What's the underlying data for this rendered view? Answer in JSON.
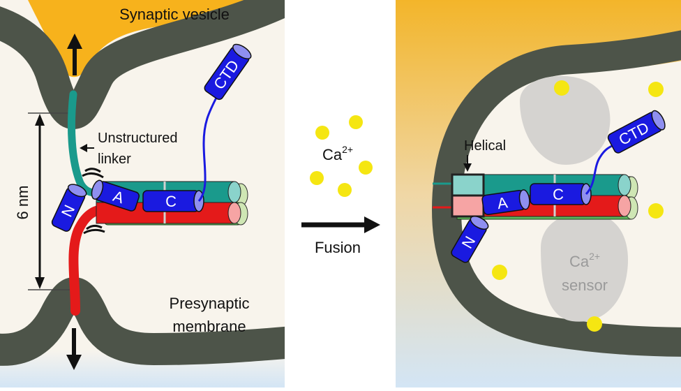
{
  "left_panel": {
    "vesicle_label": "Synaptic vesicle",
    "linker_label_line1": "Unstructured",
    "linker_label_line2": "linker",
    "distance_label": "6 nm",
    "membrane_label_line1": "Presynaptic",
    "membrane_label_line2": "membrane",
    "domain_labels": {
      "n": "N",
      "a": "A",
      "c": "C",
      "ctd": "CTD"
    }
  },
  "middle": {
    "ion_label": "Ca",
    "ion_charge": "2+",
    "arrow_label": "Fusion"
  },
  "right_panel": {
    "helical_label": "Helical",
    "sensor_label_base": "Ca",
    "sensor_label_charge": "2+",
    "sensor_label_line2": "sensor",
    "domain_labels": {
      "n": "N",
      "a": "A",
      "c": "C",
      "ctd": "CTD"
    }
  },
  "colors": {
    "membrane": "#4d5449",
    "vesicle_lumen": "#f7b21c",
    "cytoplasm": "#f8f4ec",
    "extracellular": "#d6e6f4",
    "teal": "#1a9a8c",
    "red": "#e41a1a",
    "blue_cylinder": "#1a1ae0",
    "calcium": "#f5e612",
    "sensor": "#d5d3d0"
  }
}
